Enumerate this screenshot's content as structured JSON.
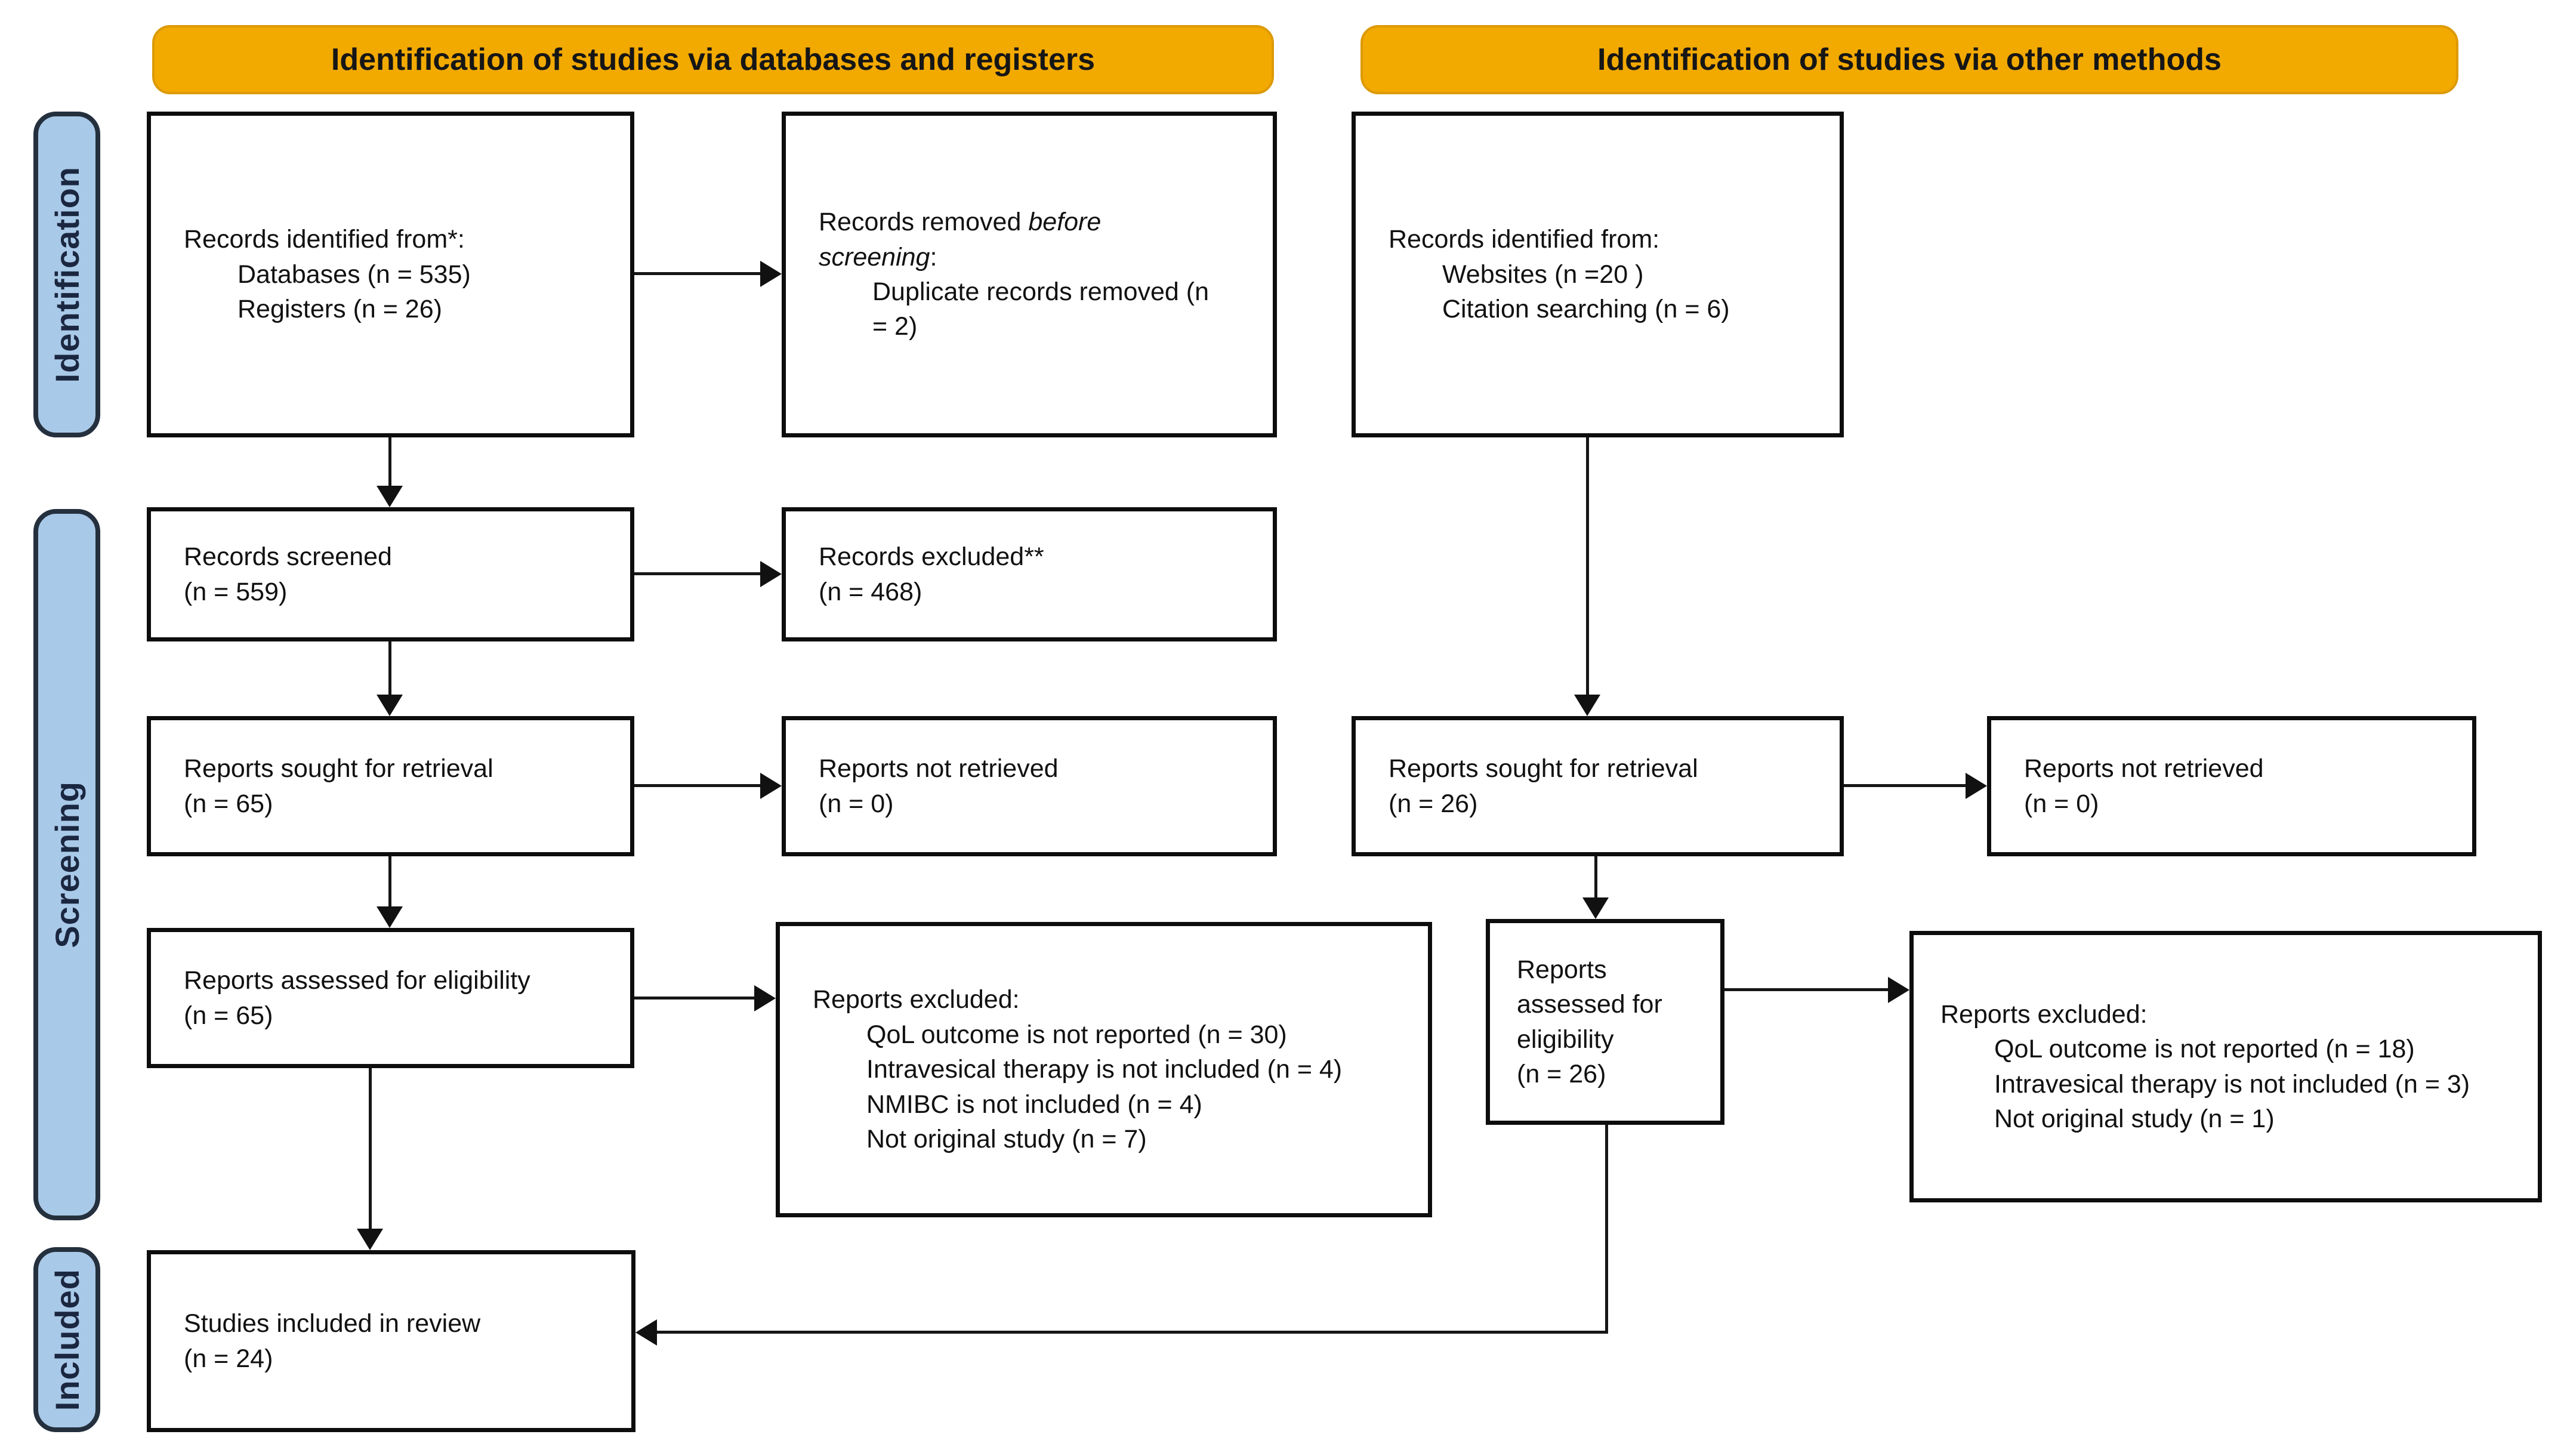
{
  "banners": {
    "databases": "Identification of studies via databases and registers",
    "other": "Identification of studies via other methods"
  },
  "side_labels": {
    "identification": "Identification",
    "screening": "Screening",
    "included": "Included"
  },
  "boxes": {
    "records_identified_db": {
      "title": "Records identified from*:",
      "items": [
        "Databases (n = 535)",
        "Registers (n = 26)"
      ]
    },
    "records_removed": {
      "pre": "Records removed ",
      "italic": "before screening",
      "post": ":",
      "items": [
        "Duplicate records removed (n = 2)"
      ]
    },
    "records_identified_other": {
      "title": "Records identified from:",
      "items": [
        "Websites (n =20 )",
        "Citation searching (n = 6)"
      ]
    },
    "records_screened": {
      "line1": "Records screened",
      "line2": "(n = 559)"
    },
    "records_excluded": {
      "line1": "Records excluded**",
      "line2": "(n = 468)"
    },
    "reports_sought_db": {
      "line1": "Reports sought for retrieval",
      "line2": "(n = 65)"
    },
    "reports_not_retrieved_db": {
      "line1": "Reports not retrieved",
      "line2": "(n = 0)"
    },
    "reports_sought_other": {
      "line1": "Reports sought for retrieval",
      "line2": "(n = 26)"
    },
    "reports_not_retrieved_other": {
      "line1": "Reports not retrieved",
      "line2": "(n = 0)"
    },
    "reports_assessed_db": {
      "line1": "Reports assessed for eligibility",
      "line2": "(n = 65)"
    },
    "reports_excluded_db": {
      "title": "Reports excluded:",
      "items": [
        "QoL outcome is not reported (n = 30)",
        "Intravesical therapy is not included (n = 4)",
        "NMIBC is not included (n = 4)",
        "Not original study (n = 7)"
      ]
    },
    "reports_assessed_other": {
      "line1": "Reports assessed for eligibility",
      "line2": "(n = 26)"
    },
    "reports_excluded_other": {
      "title": "Reports excluded:",
      "items": [
        "QoL outcome is not reported (n = 18)",
        "Intravesical therapy is not included (n = 3)",
        "Not original study (n = 1)"
      ]
    },
    "studies_included": {
      "line1": "Studies included in review",
      "line2": "(n = 24)"
    }
  },
  "colors": {
    "banner_bg": "#F2A900",
    "stage_bg": "#A9C9E8",
    "stage_border": "#25303E",
    "box_border": "#0D0D0D",
    "connector": "#161616"
  }
}
